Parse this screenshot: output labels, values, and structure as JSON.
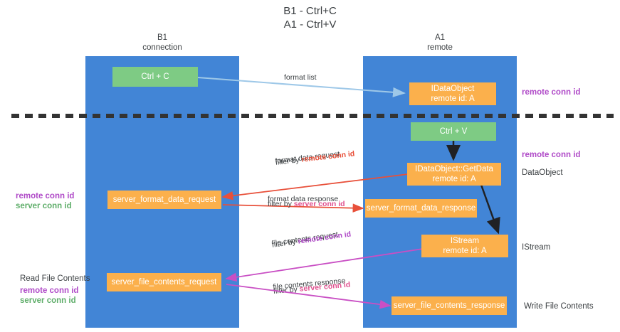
{
  "diagram": {
    "title_line1": "B1 - Ctrl+C",
    "title_line2": "A1 - Ctrl+V",
    "colors": {
      "lane": "#4285d6",
      "green_node": "#7ecb84",
      "orange_node": "#fbb04c",
      "remote_conn_id": "#b04bc8",
      "server_conn_id": "#5fae6a",
      "arrow_format_data": "#e8503a",
      "arrow_file_contents": "#c94fc4",
      "arrow_format_list": "#9ec8e8",
      "divider": "#333333"
    },
    "columns": [
      {
        "name": "B1",
        "role": "connection"
      },
      {
        "name": "A1",
        "role": "remote"
      }
    ],
    "nodes": {
      "ctrl_c": "Ctrl + C",
      "ctrl_v": "Ctrl + V",
      "idataobject_line1": "IDataObject",
      "idataobject_line2": "remote id: A",
      "getdata_line1": "IDataObject::GetData",
      "getdata_line2": "remote id: A",
      "istream_line1": "IStream",
      "istream_line2": "remote id: A",
      "server_format_data_request": "server_format_data_request",
      "server_format_data_response": "server_format_data_response",
      "server_file_contents_request": "server_file_contents_request",
      "server_file_contents_response": "server_file_contents_response"
    },
    "edges": {
      "format_list": "format list",
      "format_data_request": "format data request",
      "format_data_request_filter_prefix": "filter by ",
      "format_data_request_filter_value": "remote conn id",
      "format_data_response": "format data response",
      "format_data_response_filter_prefix": "filter by ",
      "format_data_response_filter_value": "server conn id",
      "file_contents_request": "file contents request",
      "file_contents_request_filter_prefix": "filter by ",
      "file_contents_request_filter_value": "remote conn id",
      "file_contents_response": "file contents response",
      "file_contents_response_filter_prefix": "filter by ",
      "file_contents_response_filter_value": "server conn id"
    },
    "annotations": {
      "right_remote_conn_id_top": "remote conn id",
      "right_remote_conn_id_mid": "remote conn id",
      "right_dataobject": "DataObject",
      "right_istream": "IStream",
      "right_write_file_contents": "Write File Contents",
      "left_remote_conn_id_mid": "remote conn id",
      "left_server_conn_id_mid": "server conn id",
      "left_read_file_contents": "Read File Contents",
      "left_remote_conn_id_bottom": "remote conn id",
      "left_server_conn_id_bottom": "server conn id"
    }
  }
}
